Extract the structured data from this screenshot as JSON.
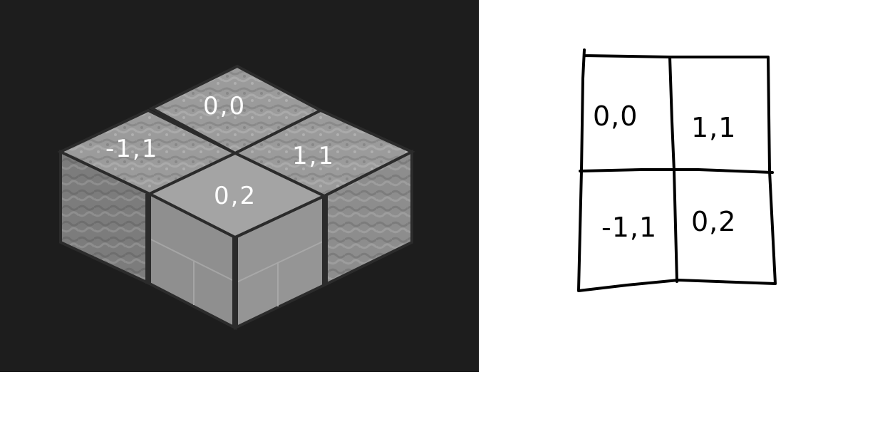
{
  "isometric_view": {
    "tiles": [
      {
        "label": "0,0"
      },
      {
        "label": "-1,1"
      },
      {
        "label": "1,1"
      },
      {
        "label": "0,2"
      }
    ],
    "colors": {
      "background": "#1d1d1d",
      "stone_top": "#9a9a9a",
      "stone_side_left": "#7e7e7e",
      "stone_side_right": "#8c8c8c",
      "edge": "#2b2b2b",
      "label": "#ffffff"
    }
  },
  "grid_sketch": {
    "cells": [
      {
        "label": "0,0"
      },
      {
        "label": "1,1"
      },
      {
        "label": "-1,1"
      },
      {
        "label": "0,2"
      }
    ],
    "colors": {
      "line": "#000000",
      "background": "#ffffff"
    }
  }
}
